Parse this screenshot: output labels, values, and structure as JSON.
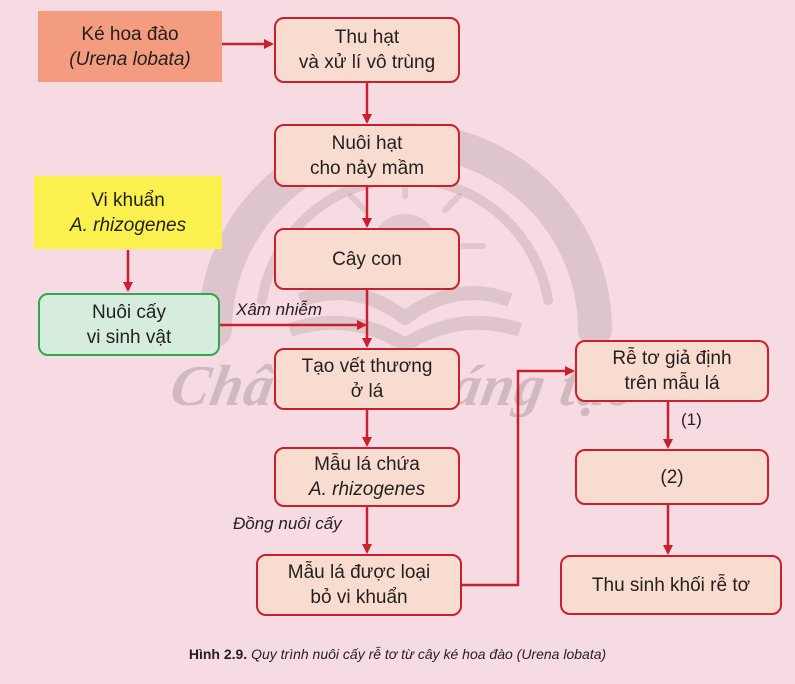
{
  "watermark": "Chân trời sáng tạo",
  "boxes": {
    "ke_hoa_dao": {
      "line1": "Ké hoa đào",
      "line2": "(Urena lobata)"
    },
    "thu_hat": {
      "line1": "Thu hạt",
      "line2": "và xử lí vô trùng"
    },
    "nuoi_hat": {
      "line1": "Nuôi hạt",
      "line2": "cho nảy mầm"
    },
    "cay_con": {
      "line1": "Cây con"
    },
    "vi_khuan": {
      "line1": "Vi khuẩn",
      "line2": "A. rhizogenes"
    },
    "nuoi_cay": {
      "line1": "Nuôi cấy",
      "line2": "vi sinh vật"
    },
    "tao_vet": {
      "line1": "Tạo vết thương",
      "line2": "ở lá"
    },
    "mau_la_chua": {
      "line1": "Mẫu lá chứa",
      "line2": "A. rhizogenes"
    },
    "mau_la_loai": {
      "line1": "Mẫu lá được loại",
      "line2": "bỏ vi khuẩn"
    },
    "re_to": {
      "line1": "Rễ tơ giả định",
      "line2": "trên mẫu lá"
    },
    "step2": {
      "line1": "(2)"
    },
    "thu_sinh_khoi": {
      "line1": "Thu sinh khối rễ tơ"
    }
  },
  "labels": {
    "xam_nhiem": "Xâm nhiễm",
    "dong_nuoi_cay": "Đồng nuôi cấy",
    "step1": "(1)"
  },
  "caption": {
    "label": "Hình 2.9.",
    "text": "Quy trình nuôi cấy rễ tơ từ cây ké hoa đào (Urena lobata)"
  },
  "colors": {
    "background": "#f7dbe2",
    "arrow": "#c8202f",
    "step_fill": "#f8dccf",
    "step_border": "#c8202f",
    "source_fill": "#f39c7f",
    "bacteria_fill": "#fbf14e",
    "culture_fill": "#d6ecdc",
    "culture_border": "#2fa84f"
  }
}
